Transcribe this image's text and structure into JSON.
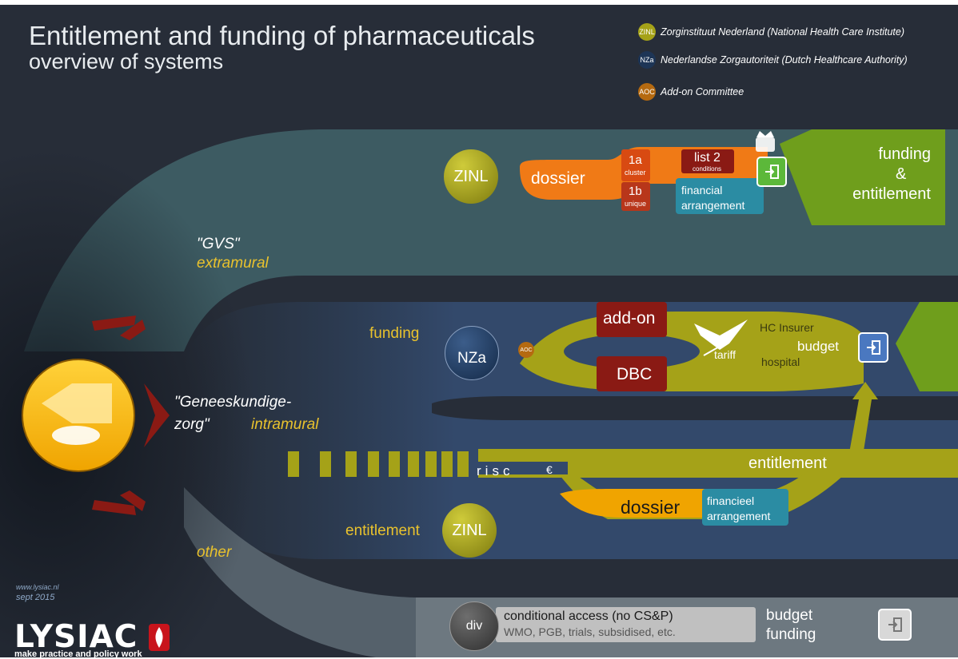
{
  "header": {
    "title": "Entitlement and funding of pharmaceuticals",
    "subtitle": "overview of systems"
  },
  "legend": [
    {
      "badge": "ZINL",
      "label": "Zorginstituut Nederland (National Health Care Institute)"
    },
    {
      "badge": "NZa",
      "label": "Nederlandse Zorgautoriteit (Dutch Healthcare Authority)"
    },
    {
      "badge": "AOC",
      "label": "Add-on Committee"
    }
  ],
  "gvs": {
    "name": "\"GVS\"",
    "type": "extramural",
    "zinl": "ZINL",
    "dossier": "dossier",
    "box_1a": "1a",
    "box_1a_sub": "cluster",
    "box_1b": "1b",
    "box_1b_sub": "unique",
    "list2": "list 2",
    "list2_sub": "conditions",
    "fin_line1": "financial",
    "fin_line2": "arrangement",
    "outcome_line1": "funding",
    "outcome_line2": "&",
    "outcome_line3": "entitlement"
  },
  "intramural": {
    "name_line1": "\"Geneeskundige-",
    "name_line2": "zorg\"",
    "type": "intramural",
    "funding": "funding",
    "nza": "NZa",
    "aoc": "AOC",
    "addon": "add-on",
    "dbc": "DBC",
    "tariff": "tariff",
    "hc_insurer": "HC Insurer",
    "budget": "budget",
    "hospital": "hospital",
    "risc": "risc",
    "euro": "€",
    "entitlement": "entitlement",
    "dossier": "dossier",
    "fin_line1": "financieel",
    "fin_line2": "arrangement",
    "entitlement_label": "entitlement",
    "zinl": "ZINL"
  },
  "other": {
    "name": "other",
    "div": "div",
    "access_line1": "conditional access (no CS&P)",
    "access_line2": "WMO, PGB, trials, subsidised,  etc.",
    "budget_line1": "budget",
    "budget_line2": "funding"
  },
  "footer": {
    "url": "www.lysiac.nl",
    "date": "sept 2015",
    "logo": "LYSIAC",
    "tagline": "make practice and policy work"
  },
  "colors": {
    "background": "#272d38",
    "gvs_band": "#3d5b62",
    "intramural_band": "#33496b",
    "green": "#6f9e1c",
    "olive": "#a5a218",
    "orange": "#f07a16",
    "darkred": "#8a1a14",
    "teal": "#2b8ca3",
    "yellow": "#e9c22d"
  }
}
